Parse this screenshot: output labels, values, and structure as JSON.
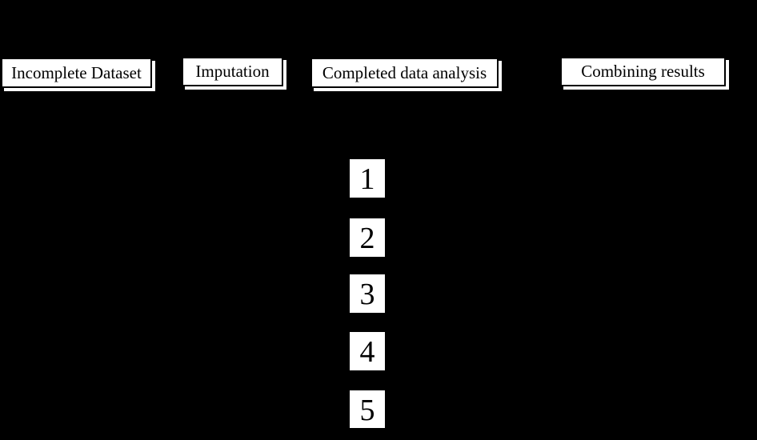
{
  "diagram": {
    "description": "Multiple imputation process flow diagram",
    "stages": [
      {
        "label": "Incomplete Dataset"
      },
      {
        "label": "Imputation"
      },
      {
        "label": "Completed data analysis"
      },
      {
        "label": "Combining results"
      }
    ],
    "imputations": [
      "1",
      "2",
      "3",
      "4",
      "5"
    ]
  },
  "colors": {
    "background": "#000000",
    "box_fill": "#ffffff",
    "box_border": "#000000",
    "text": "#000000"
  }
}
